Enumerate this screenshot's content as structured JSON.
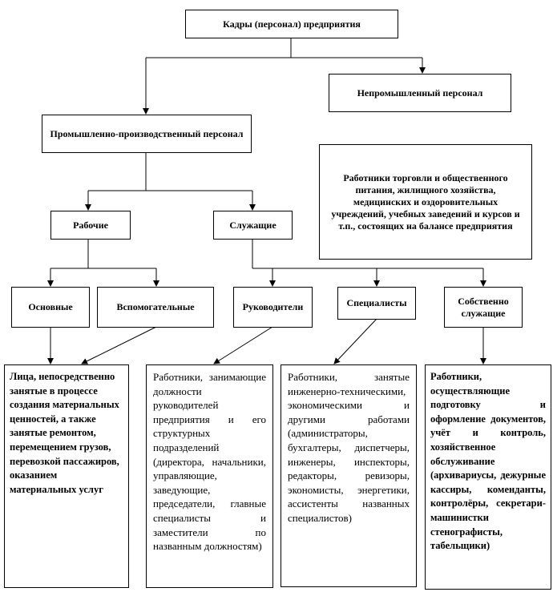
{
  "title": "Кадры (персонал) предприятия",
  "non_industrial": "Непромышленный персонал",
  "industrial": "Промышленно-производственный персонал",
  "non_industrial_detail": "Работники торговли и общественного питания, жилищного хозяйства, медицинских и оздоровительных учреждений, учебных заведений и курсов и т.п., состоящих на балансе предприятия",
  "workers": "Рабочие",
  "employees": "Служащие",
  "main": "Основные",
  "auxiliary": "Вспомогательные",
  "managers": "Руководители",
  "specialists": "Специалисты",
  "proper_employees": "Собственно служащие",
  "desc_workers": "Лица, непосредственно занятые в процессе создания материальных ценностей, а также занятые ремонтом, перемещением грузов, перевозкой пассажиров, оказанием материальных услуг",
  "desc_managers": "Работники, занимающие должности руководителей предприятия и его структурных подразделений (директора, начальники, управляющие, заведующие, председатели, главные специалисты и заместители по названным должностям)",
  "desc_specialists": "Работники, занятые инженерно-техническими, экономическими и другими работами (администраторы, бухгалтеры, диспетчеры, инженеры, инспекторы, редакторы, ревизоры, экономисты, энергетики, ассистенты названных специалистов)",
  "desc_proper": "Работники, осуществляющие подготовку и оформление документов, учёт и контроль, хозяйственное обслуживание (архивариусы, дежурные кассиры, коменданты, контролёры, секретари-машинистки стенографисты, табельщики)"
}
